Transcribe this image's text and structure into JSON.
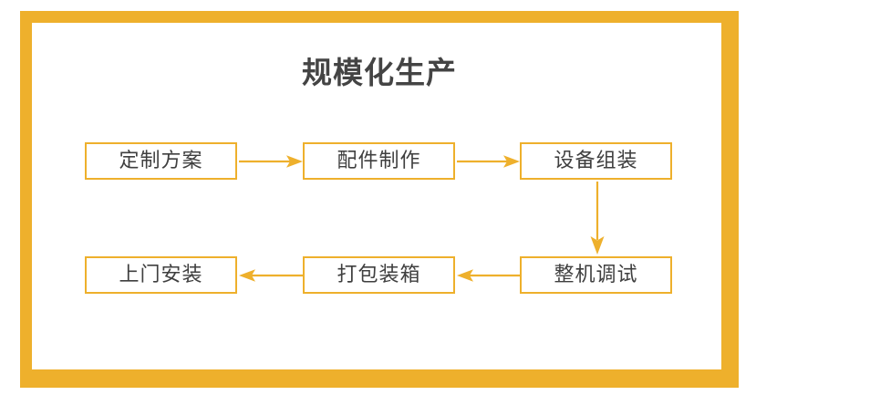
{
  "page": {
    "title": "规模化生产",
    "background_color": "#ffffff",
    "accent_color": "#eeb02c",
    "text_color": "#3f3f3f",
    "title_color": "#444444"
  },
  "frame": {
    "name": "decorative-gold-frame",
    "color": "#eeb02c"
  },
  "flow": {
    "row1": [
      {
        "id": "step-1",
        "label": "定制方案"
      },
      {
        "id": "step-2",
        "label": "配件制作"
      },
      {
        "id": "step-3",
        "label": "设备组装"
      }
    ],
    "row2": [
      {
        "id": "step-6",
        "label": "上门安装"
      },
      {
        "id": "step-5",
        "label": "打包装箱"
      },
      {
        "id": "step-4",
        "label": "整机调试"
      }
    ],
    "connectors": [
      {
        "id": "arrow-1",
        "direction": "right",
        "from": "定制方案",
        "to": "配件制作"
      },
      {
        "id": "arrow-2",
        "direction": "right",
        "from": "配件制作",
        "to": "设备组装"
      },
      {
        "id": "arrow-3",
        "direction": "down",
        "from": "设备组装",
        "to": "整机调试"
      },
      {
        "id": "arrow-4",
        "direction": "left",
        "from": "整机调试",
        "to": "打包装箱"
      },
      {
        "id": "arrow-5",
        "direction": "left",
        "from": "打包装箱",
        "to": "上门安装"
      }
    ],
    "sequence": [
      "定制方案",
      "配件制作",
      "设备组装",
      "整机调试",
      "打包装箱",
      "上门安装"
    ]
  }
}
